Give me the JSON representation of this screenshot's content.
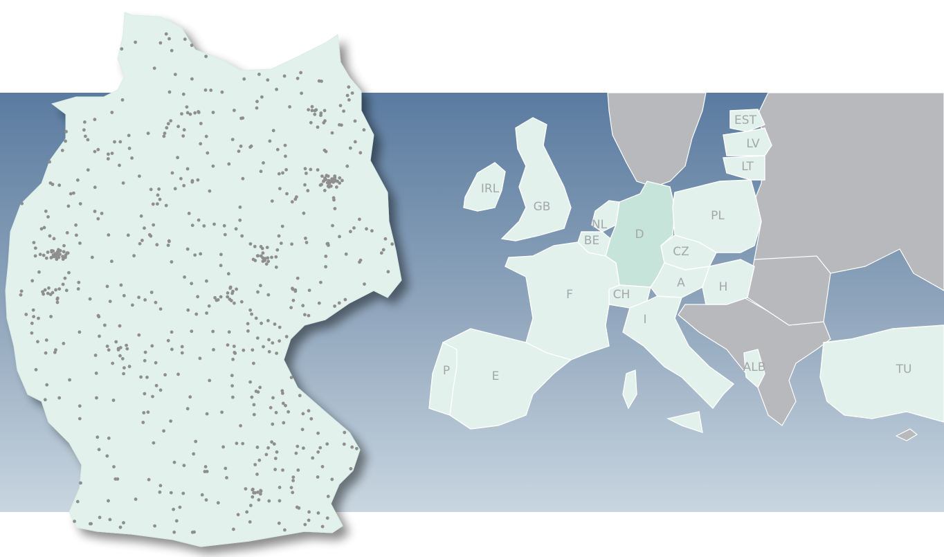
{
  "map": {
    "colors": {
      "background_top": "#5a7ba0",
      "background_bottom": "#c9d6e0",
      "member_country": "#e2f1ec",
      "highlighted_country": "#c7e4da",
      "non_member_country": "#b8b9bd",
      "location_dot": "#8e8e8e",
      "label": "#a3a7aa"
    },
    "highlighted_country": "D",
    "country_labels": [
      {
        "id": "irl",
        "text": "IRL"
      },
      {
        "id": "gb",
        "text": "GB"
      },
      {
        "id": "nl",
        "text": "NL"
      },
      {
        "id": "be",
        "text": "BE"
      },
      {
        "id": "d",
        "text": "D"
      },
      {
        "id": "pl",
        "text": "PL"
      },
      {
        "id": "cz",
        "text": "CZ"
      },
      {
        "id": "a",
        "text": "A"
      },
      {
        "id": "h",
        "text": "H"
      },
      {
        "id": "ch",
        "text": "CH"
      },
      {
        "id": "f",
        "text": "F"
      },
      {
        "id": "i",
        "text": "I"
      },
      {
        "id": "e",
        "text": "E"
      },
      {
        "id": "p",
        "text": "P"
      },
      {
        "id": "est",
        "text": "EST"
      },
      {
        "id": "lv",
        "text": "LV"
      },
      {
        "id": "lt",
        "text": "LT"
      },
      {
        "id": "alb",
        "text": "ALB"
      },
      {
        "id": "tu",
        "text": "TU"
      }
    ]
  }
}
